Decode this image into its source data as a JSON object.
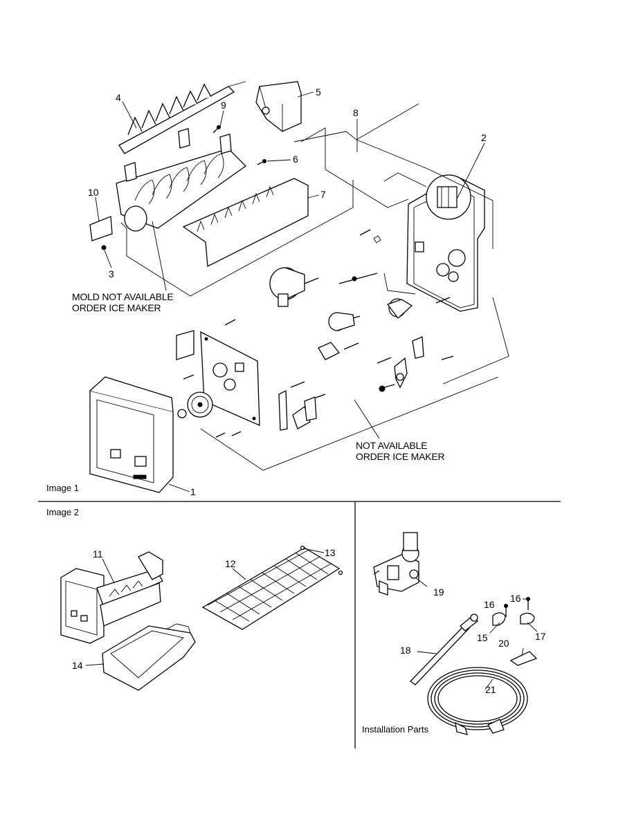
{
  "image1_caption": "Image 1",
  "image2_caption": "Image 2",
  "installation_caption": "Installation Parts",
  "notes": {
    "mold_line1": "MOLD NOT AVAILABLE",
    "mold_line2": "ORDER ICE MAKER",
    "na_line1": "NOT AVAILABLE",
    "na_line2": "ORDER ICE MAKER"
  },
  "callouts": [
    "1",
    "2",
    "3",
    "4",
    "5",
    "6",
    "7",
    "8",
    "9",
    "10",
    "11",
    "12",
    "13",
    "14",
    "15",
    "16",
    "16",
    "17",
    "18",
    "19",
    "20",
    "21"
  ]
}
